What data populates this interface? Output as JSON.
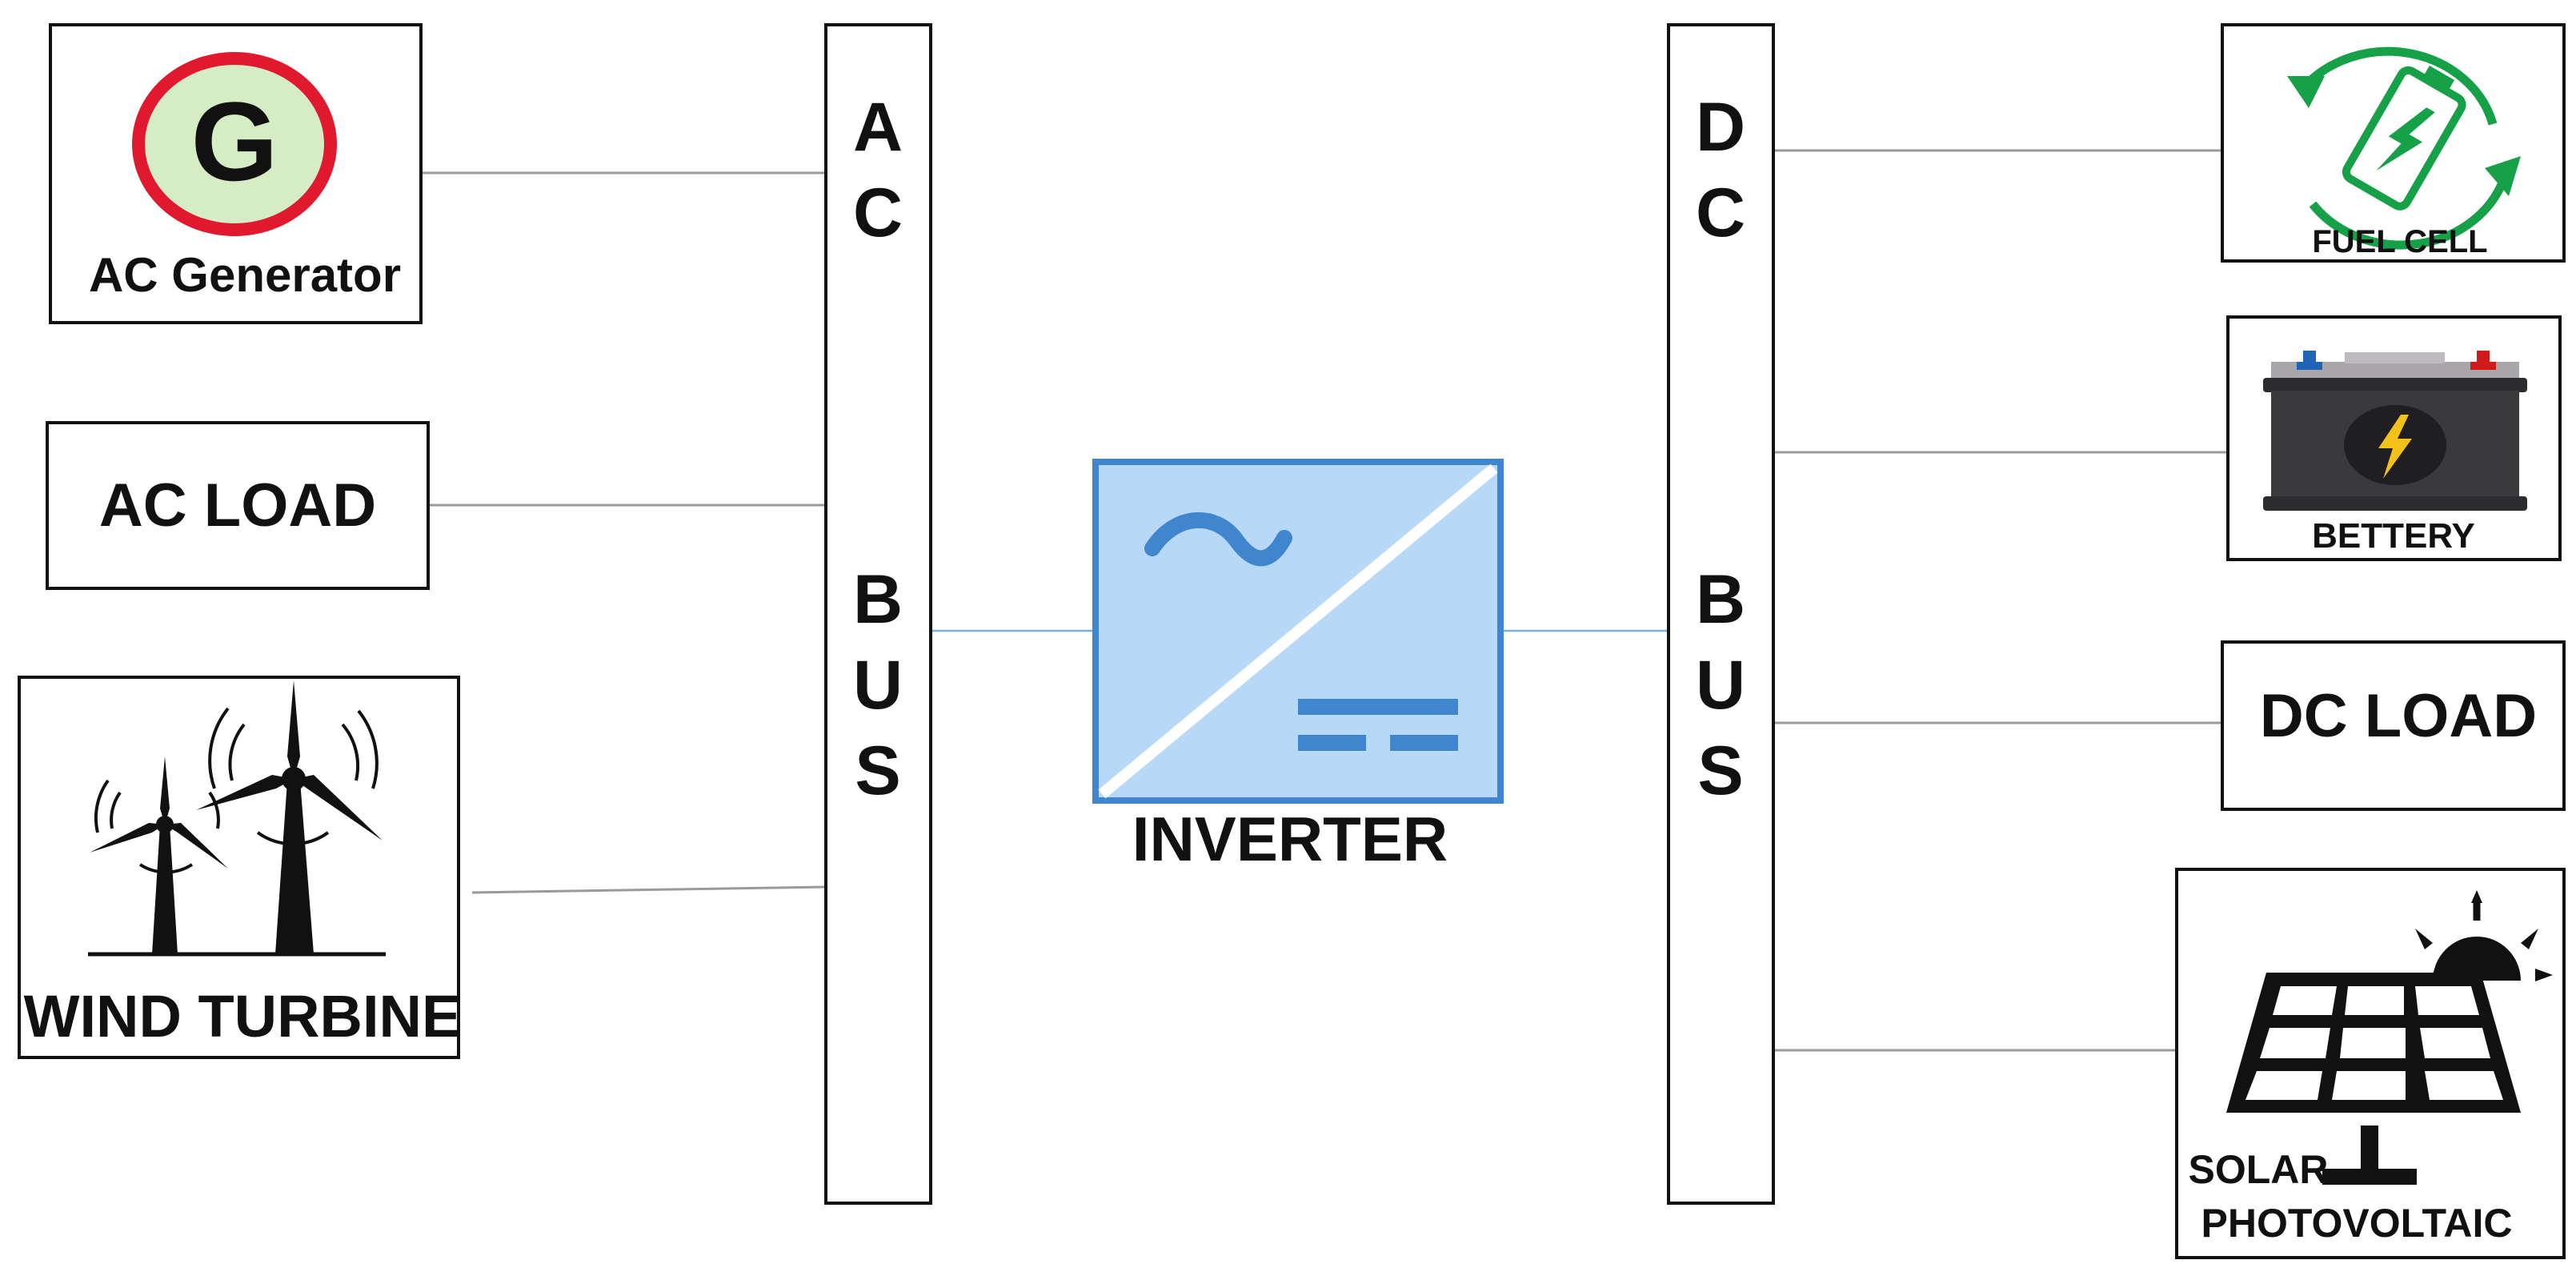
{
  "ac_bus": {
    "letters": [
      "A",
      "C",
      "B",
      "U",
      "S"
    ]
  },
  "dc_bus": {
    "letters": [
      "D",
      "C",
      "B",
      "U",
      "S"
    ]
  },
  "inverter": {
    "label": "INVERTER"
  },
  "ac_side": {
    "generator": {
      "label": "AC Generator",
      "icon_letter": "G",
      "icon": "generator-icon"
    },
    "ac_load": {
      "label": "AC LOAD"
    },
    "wind_turbine": {
      "label": "WIND TURBINE",
      "icon": "wind-turbine-icon"
    }
  },
  "dc_side": {
    "fuel_cell": {
      "label": "FUEL CELL",
      "icon": "fuel-cell-icon"
    },
    "battery": {
      "label": "BETTERY",
      "icon": "battery-icon"
    },
    "dc_load": {
      "label": "DC LOAD"
    },
    "solar": {
      "label_line1": "SOLAR",
      "label_line2": "PHOTOVOLTAIC",
      "icon": "solar-panel-icon"
    }
  },
  "colors": {
    "inverter_fill": "#b7d9f7",
    "inverter_stroke": "#3f86cf",
    "generator_ring": "#e0192f",
    "generator_fill": "#d6ecc4",
    "fuel_cell_green": "#16a047",
    "battery_body": "#3a3a3c"
  }
}
